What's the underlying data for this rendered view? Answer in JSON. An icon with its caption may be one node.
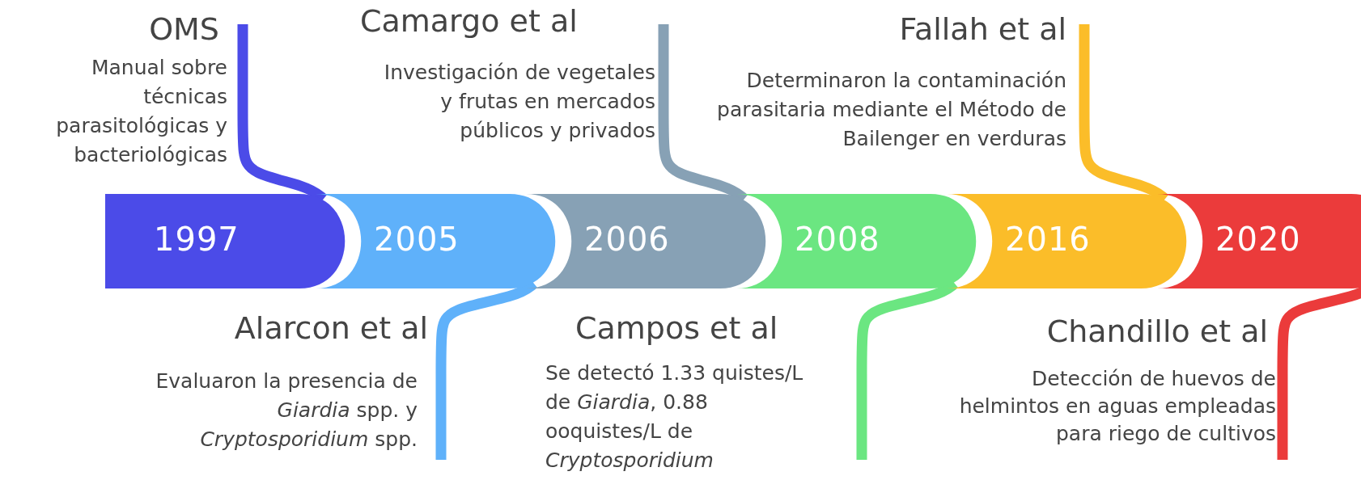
{
  "diagram": {
    "nodes": [
      {
        "text": [
          "1997"
        ],
        "beside": [
          "OMS",
          "Manual sobre técnicas parasitológicas y bacteriológicas"
        ]
      },
      {
        "text": [
          "2005"
        ],
        "beside": [
          "Alarcon et al",
          "Evaluaron la presencia de *Giardia* spp. y *Cryptosporidium* spp."
        ]
      },
      {
        "text": [
          "2006"
        ],
        "beside": [
          "Camargo et al",
          "Investigación de vegetales y frutas en mercados públicos y privados"
        ]
      },
      {
        "text": [
          "2008"
        ],
        "beside": [
          "Campos et al",
          "Se detectó 1.33 quistes/L de *Giardia*, 0.88 ooquistes/L de *Cryptosporidium*"
        ]
      },
      {
        "text": [
          "2016"
        ],
        "beside": [
          "Fallah et al",
          "Determinaron la contaminación parasitaria mediante el Método de Bailenger en verduras"
        ]
      },
      {
        "text": [
          "2020"
        ],
        "beside": [
          "Chandillo et al",
          "Detección de huevos de helmintos en aguas empleadas para riego de cultivos"
        ]
      }
    ]
  }
}
